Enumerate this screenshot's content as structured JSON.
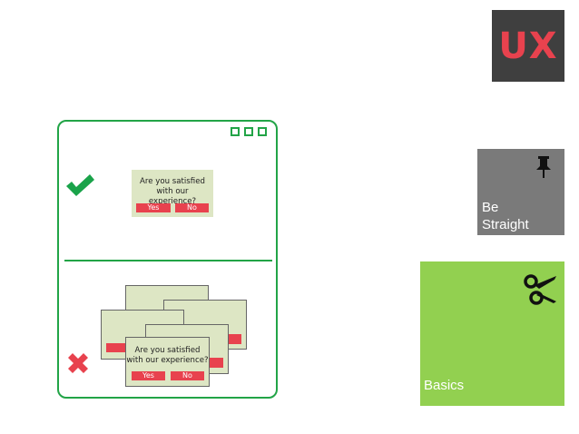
{
  "badge": {
    "text": "UX",
    "color": "#e8424e",
    "background": "#3f3f3f"
  },
  "pin_tile": {
    "label_line1": "Be",
    "label_line2": "Straight",
    "icon": "pushpin-icon",
    "background": "#7a7a7a"
  },
  "basics_tile": {
    "label": "Basics",
    "icon": "scissors-icon",
    "background": "#92d050"
  },
  "illustration": {
    "frame_color": "#22a447",
    "good": {
      "mark": "check-icon",
      "dialog": {
        "question_line1": "Are you satisfied",
        "question_line2": "with our experience?",
        "yes": "Yes",
        "no": "No"
      }
    },
    "bad": {
      "mark": "cross-icon",
      "dialog": {
        "question_line1": "Are you satisfied",
        "question_line2": "with our experience?",
        "yes": "Yes",
        "no": "No"
      }
    }
  }
}
